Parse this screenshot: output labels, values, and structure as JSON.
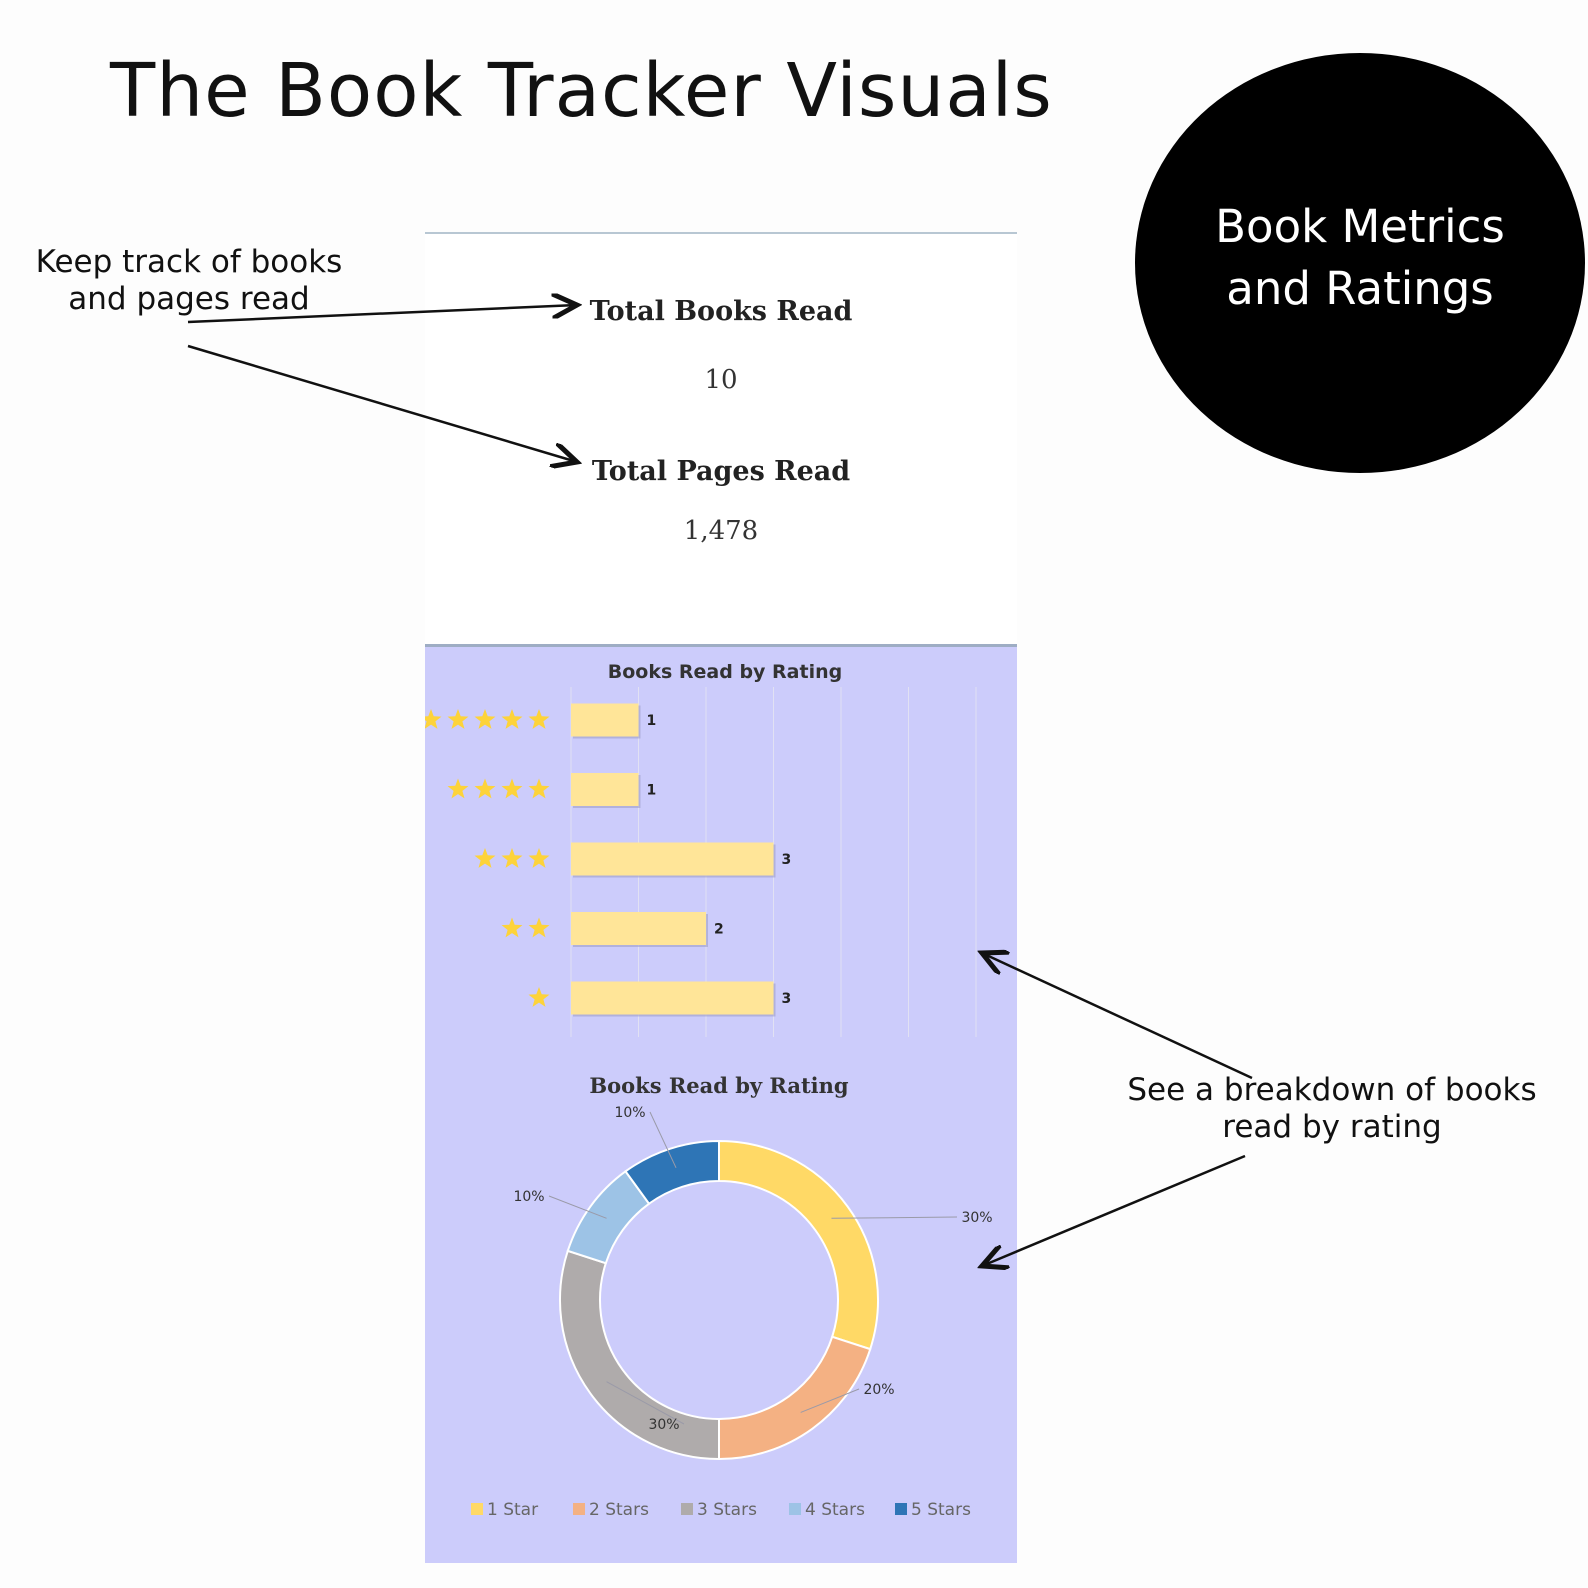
{
  "page": {
    "title": "The Book Tracker Visuals",
    "badge": "Book Metrics and Ratings",
    "annotation_top": "Keep track of books\nand pages read",
    "annotation_bottom": "See a breakdown of books\nread by rating"
  },
  "stats": {
    "books_label": "Total Books Read",
    "books_value": "10",
    "pages_label": "Total Pages Read",
    "pages_value": "1,478"
  },
  "colors": {
    "bar_fill": "#ffe598",
    "star": "#fdd33a",
    "panel_bg": "#ccccfb",
    "slice_1": "#ffd966",
    "slice_2": "#f4b183",
    "slice_3": "#afabab",
    "slice_4": "#9dc3e6",
    "slice_5": "#2e75b6"
  },
  "chart_data": [
    {
      "type": "bar",
      "title": "Books Read by Rating",
      "orientation": "horizontal",
      "categories": [
        "5 stars",
        "4 stars",
        "3 stars",
        "2 stars",
        "1 star"
      ],
      "category_icons": [
        "star-icon",
        "star-icon",
        "star-icon",
        "star-icon",
        "star-icon"
      ],
      "star_counts": [
        5,
        4,
        3,
        2,
        1
      ],
      "values": [
        1,
        1,
        3,
        2,
        3
      ],
      "xlim": [
        0,
        6
      ],
      "grid": true,
      "data_labels": true
    },
    {
      "type": "pie",
      "variant": "donut",
      "title": "Books Read by Rating",
      "labels": [
        "1 Star",
        "2 Stars",
        "3 Stars",
        "4 Stars",
        "5 Stars"
      ],
      "values": [
        3,
        2,
        3,
        1,
        1
      ],
      "percent_labels": [
        "30%",
        "20%",
        "30%",
        "10%",
        "10%"
      ],
      "legend_position": "bottom"
    }
  ]
}
